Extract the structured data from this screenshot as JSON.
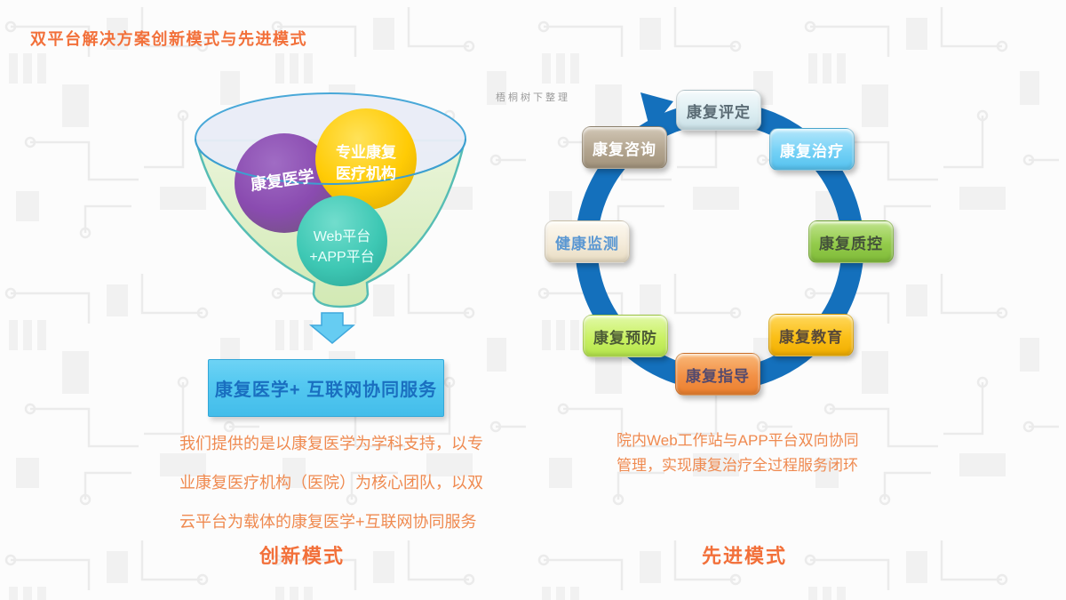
{
  "title": "双平台解决方案创新模式与先进模式",
  "watermark": "梧桐树下整理",
  "colors": {
    "accent_orange": "#F2703A",
    "caption_orange": "#EF8A50",
    "ring_blue": "#1470BC",
    "result_box_bg": "#55C9F1",
    "result_box_text": "#1A6FC0",
    "funnel_body_green": "#DDEFC6",
    "funnel_rim_blue": "#49A8D8",
    "arrow_blue": "#66CCF2"
  },
  "funnel": {
    "circles": [
      {
        "name": "rehab-medicine",
        "label": "康复医学",
        "color": "#8A4BB0"
      },
      {
        "name": "professional-org",
        "line1": "专业康复",
        "line2": "医疗机构",
        "color": "#FFCB05"
      },
      {
        "name": "dual-platform",
        "line1": "Web平台",
        "line2": "+APP平台",
        "color": "#3EC8B4"
      }
    ],
    "result_label": "康复医学+ 互联网协同服务",
    "caption_lines": [
      "我们提供的是以康复医学为学科支持，以专",
      "业康复医疗机构（医院）为核心团队，以双",
      "云平台为载体的康复医学+互联网协同服务"
    ],
    "mode_label": "创新模式"
  },
  "cycle": {
    "items": [
      {
        "label": "康复评定",
        "bg": "#DDEEF2",
        "text_color": "#5A6B74"
      },
      {
        "label": "康复治疗",
        "bg": "#74D1F6",
        "text_color": "#FFFFFF"
      },
      {
        "label": "康复质控",
        "bg": "#93CB4B",
        "text_color": "#44523A"
      },
      {
        "label": "康复教育",
        "bg": "#FBBF17",
        "text_color": "#5A4A38"
      },
      {
        "label": "康复指导",
        "bg": "#F29045",
        "text_color": "#534A6E"
      },
      {
        "label": "康复预防",
        "bg": "#C9F163",
        "text_color": "#4D5C36"
      },
      {
        "label": "健康监测",
        "bg": "#F4EBDA",
        "text_color": "#5A97D2"
      },
      {
        "label": "康复咨询",
        "bg": "#B3A58F",
        "text_color": "#FFFFFF"
      }
    ],
    "caption_lines": [
      "院内Web工作站与APP平台双向协同",
      "管理，实现康复治疗全过程服务闭环"
    ],
    "mode_label": "先进模式"
  }
}
